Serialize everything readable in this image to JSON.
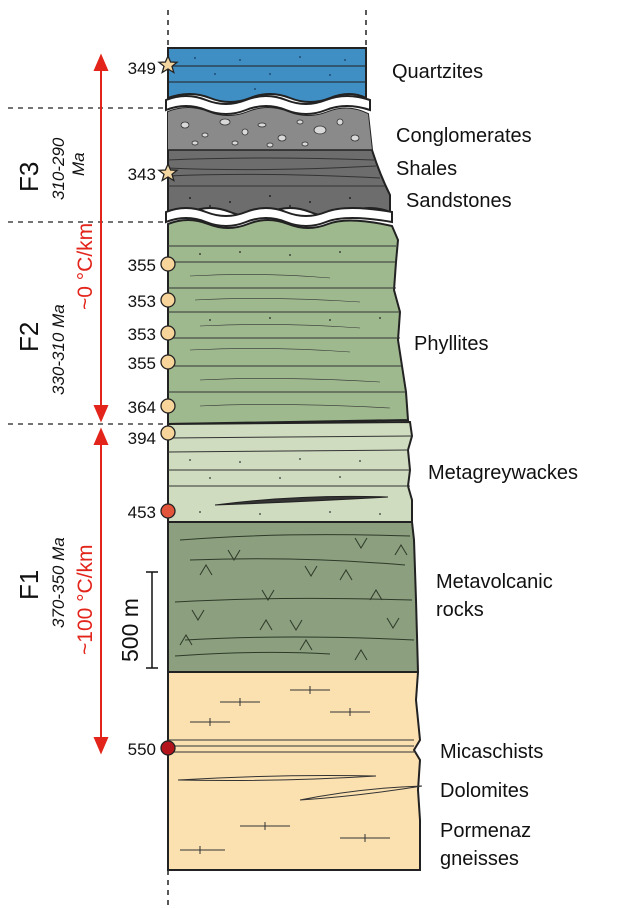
{
  "units": {
    "quartzites": "Quartzites",
    "conglomerates": "Conglomerates",
    "shales": "Shales",
    "sandstones": "Sandstones",
    "phyllites": "Phyllites",
    "metagreywackes": "Metagreywackes",
    "metavolcanic_1": "Metavolcanic",
    "metavolcanic_2": "rocks",
    "micaschists": "Micaschists",
    "dolomites": "Dolomites",
    "pormenaz_1": "Pormenaz",
    "pormenaz_2": "gneisses"
  },
  "ages": [
    {
      "label": "349",
      "marker": "star",
      "color": "#f4d6a0"
    },
    {
      "label": "343",
      "marker": "star",
      "color": "#f4d6a0"
    },
    {
      "label": "355",
      "marker": "circle",
      "color": "#f6d49a"
    },
    {
      "label": "353",
      "marker": "circle",
      "color": "#f6d49a"
    },
    {
      "label": "353",
      "marker": "circle",
      "color": "#f6d49a"
    },
    {
      "label": "355",
      "marker": "circle",
      "color": "#f6d49a"
    },
    {
      "label": "364",
      "marker": "circle",
      "color": "#f6d49a"
    },
    {
      "label": "394",
      "marker": "circle",
      "color": "#f6d49a"
    },
    {
      "label": "453",
      "marker": "circle",
      "color": "#e2553a"
    },
    {
      "label": "550",
      "marker": "circle",
      "color": "#b3141b"
    }
  ],
  "phases": {
    "f3": {
      "name": "F3",
      "range_1": "310-290",
      "range_2": "Ma"
    },
    "f2": {
      "name": "F2",
      "range": "330-310 Ma"
    },
    "f1": {
      "name": "F1",
      "range": "370-350 Ma"
    }
  },
  "gradients": {
    "upper": "~0 °C/km",
    "lower": "~100 °C/km"
  },
  "scale_bar": "500 m",
  "colors": {
    "quartzites": "#3f8fc4",
    "conglomerates": "#8a8a8a",
    "shales": "#6d6d6d",
    "phyllites": "#9fb98f",
    "metagreywackes": "#cfdcbf",
    "metavolcanic": "#8c9f7f",
    "gneisses": "#fbe0b0",
    "arrow": "#e3241b"
  }
}
